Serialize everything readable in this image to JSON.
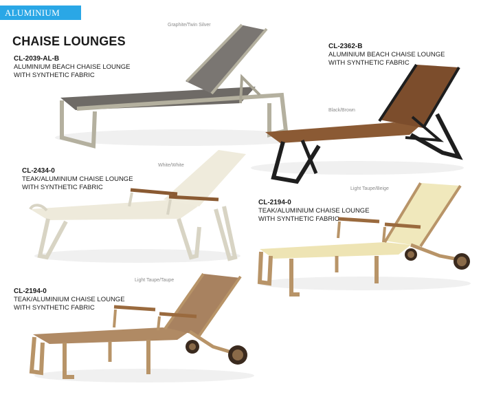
{
  "header": {
    "tag": "ALUMINIUM",
    "title": "CHAISE LOUNGES"
  },
  "products": [
    {
      "code": "CL-2039-AL-B",
      "desc1": "ALUMINIUM BEACH CHAISE LOUNGE",
      "desc2": "WITH SYNTHETIC FABRIC",
      "finish": "Graphite/Twin Silver"
    },
    {
      "code": "CL-2362-B",
      "desc1": "ALUMINIUM BEACH CHAISE LOUNGE",
      "desc2": "WITH SYNTHETIC FABRIC",
      "finish": "Black/Brown"
    },
    {
      "code": "CL-2434-0",
      "desc1": "TEAK/ALUMINIUM CHAISE LOUNGE",
      "desc2": "WITH SYNTHETIC FABRIC",
      "finish": "White/White"
    },
    {
      "code": "CL-2194-0",
      "desc1": "TEAK/ALUMINIUM CHAISE LOUNGE",
      "desc2": "WITH SYNTHETIC FABRIC",
      "finish": "Light Taupe/Beige"
    },
    {
      "code": "CL-2194-0",
      "desc1": "TEAK/ALUMINIUM CHAISE LOUNGE",
      "desc2": "WITH SYNTHETIC FABRIC",
      "finish": "Light Taupe/Taupe"
    }
  ],
  "colors": {
    "accent": "#2aa7e6"
  }
}
